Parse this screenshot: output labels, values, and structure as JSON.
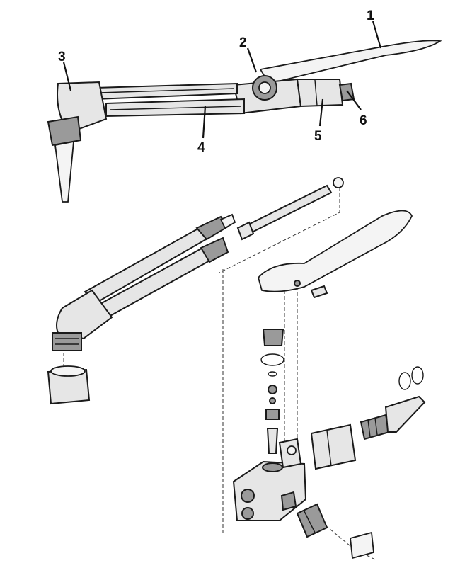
{
  "callouts": {
    "c1": "1",
    "c2": "2",
    "c3": "3",
    "c4": "4",
    "c5": "5",
    "c6": "6"
  },
  "icons": {
    "assembled": "torch-assembled-icon",
    "exploded": "torch-exploded-icon"
  },
  "colors": {
    "ink": "#1a1a1a",
    "metal": "#e6e6e6",
    "shadow": "#9a9a9a"
  }
}
